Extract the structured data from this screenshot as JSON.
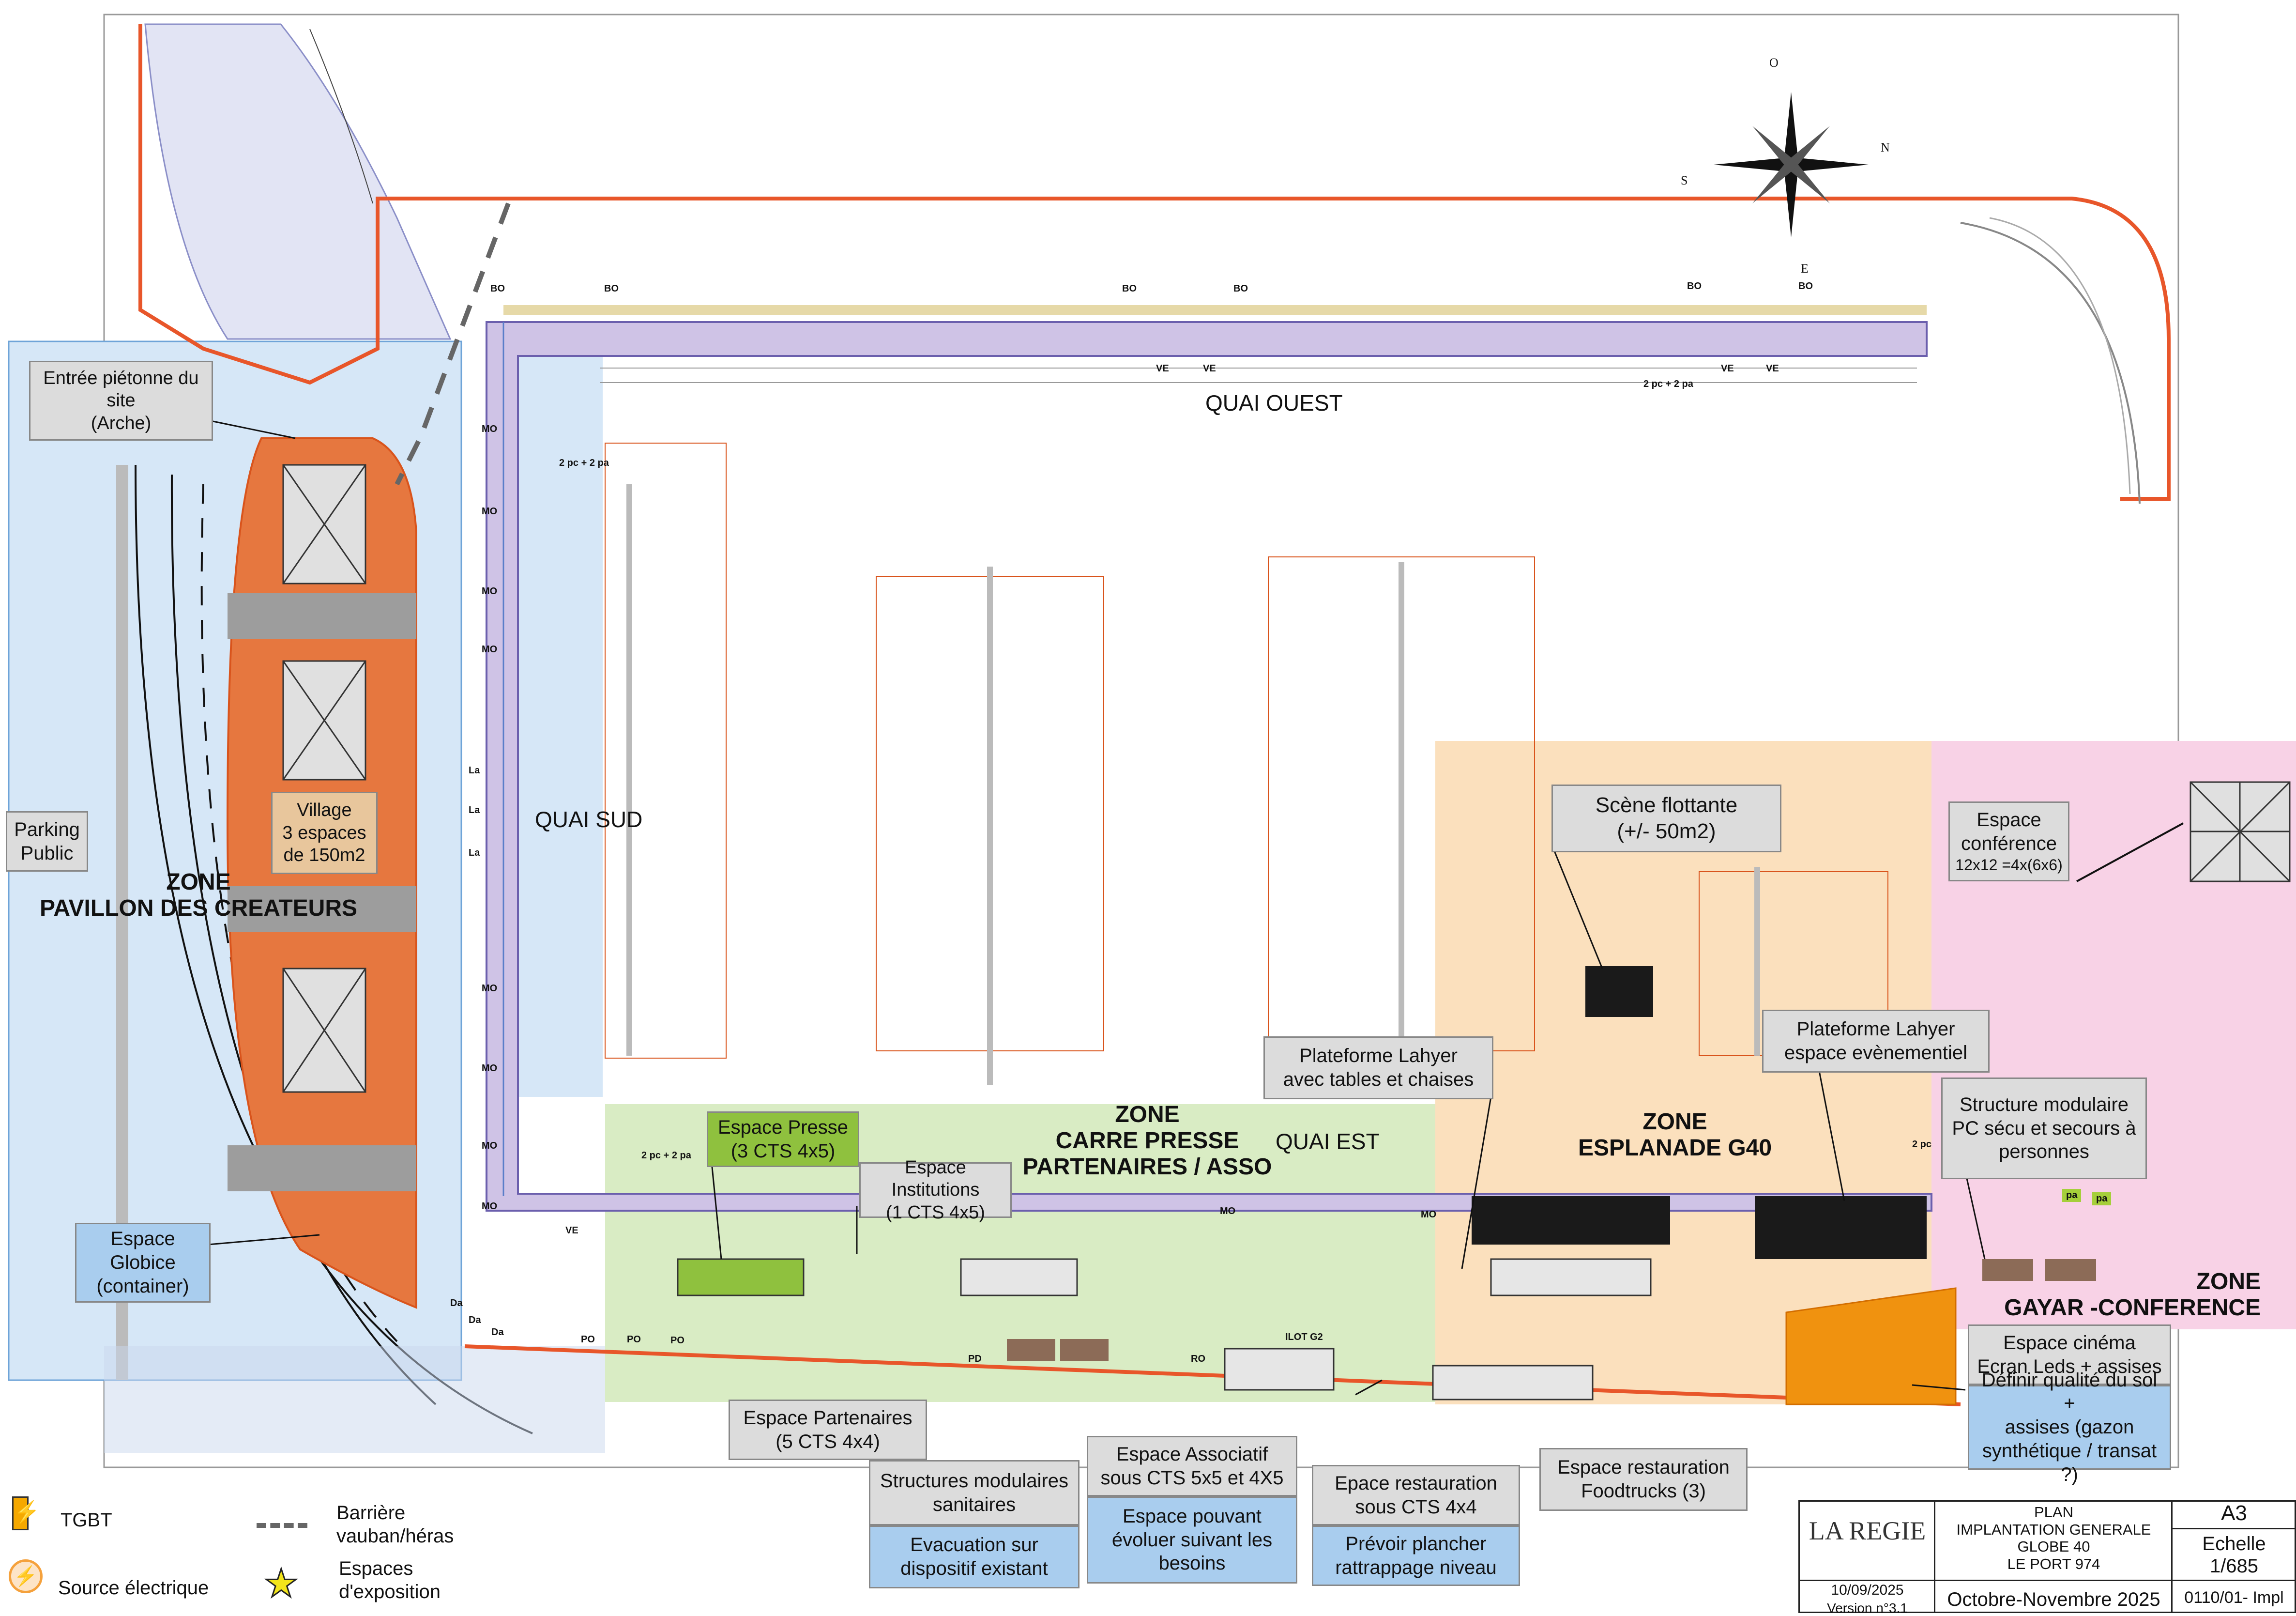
{
  "zones": {
    "pavillon": "ZONE\nPAVILLON DES CREATEURS",
    "carre_presse": "ZONE\nCARRE PRESSE\nPARTENAIRES / ASSO",
    "esplanade": "ZONE\nESPLANADE G40",
    "gayar": "ZONE\nGAYAR -CONFERENCE"
  },
  "quais": {
    "ouest": "QUAI OUEST",
    "sud": "QUAI SUD",
    "est": "QUAI EST"
  },
  "labels": {
    "entree": "Entrée piétonne du site\n(Arche)",
    "parking": "Parking\nPublic",
    "village": "Village\n3 espaces\nde 150m2",
    "globice": "Espace\nGlobice\n(container)",
    "presse": "Espace Presse\n(3 CTS 4x5)",
    "institutions": "Espace Institutions\n(1 CTS 4x5)",
    "partenaires": "Espace Partenaires\n(5 CTS 4x4)",
    "sanitaires_title": "Structures modulaires\nsanitaires",
    "sanitaires_note": "Evacuation sur\ndispositif existant",
    "associatif_title": "Espace Associatif\nsous CTS 5x5 et 4X5",
    "associatif_note": "Espace pouvant\névoluer suivant les\nbesoins",
    "restauration_title": "Epace restauration\nsous CTS 4x4",
    "restauration_note": "Prévoir plancher\nrattrappage niveau",
    "foodtrucks": "Espace restauration\nFoodtrucks (3)",
    "scene": "Scène flottante\n(+/- 50m2)",
    "lahyer_tables": "Plateforme Lahyer\navec tables et chaises",
    "lahyer_event": "Plateforme Lahyer\nespace evènementiel",
    "structure_modulaire": "Structure modulaire\nPC sécu et secours à\npersonnes",
    "conference_title": "Espace\nconférence",
    "conference_size": "12x12 =4x(6x6)",
    "cinema_title": "Espace cinéma\nEcran Leds + assises",
    "cinema_note": "Définir qualité du sol +\nassises (gazon\nsynthétique / transat ?)",
    "ilot": "ILOT G2",
    "pc_pa_1": "2 pc + 2 pa",
    "pc_pa_2": "2 pc + 2 pa",
    "pc_pa_3": "2 pc + 2 pa",
    "pc_4": "2 pc",
    "pa_1": "pa",
    "pa_2": "pa"
  },
  "markers": {
    "bo": "BO",
    "ve": "VE",
    "mo": "MO",
    "la": "La",
    "da": "Da",
    "po": "PO",
    "pd": "PD",
    "ro": "RO"
  },
  "legend": {
    "tgbt": "TGBT",
    "source": "Source électrique",
    "barriere": "Barrière\nvauban/héras",
    "exposition": "Espaces\nd'exposition"
  },
  "title_block": {
    "logo": "LA REGIE",
    "plan": "PLAN\nIMPLANTATION GENERALE\nGLOBE 40\nLE PORT 974",
    "format": "A3",
    "echelle": "Echelle\n1/685",
    "date": "10/09/2025",
    "version": "Version n°3.1",
    "period": "Octobre-Novembre 2025",
    "ref": "0110/01- Impl"
  },
  "compass": {
    "n": "N",
    "s": "S",
    "e": "E",
    "o": "O"
  },
  "colors": {
    "boundary": "#e8562a",
    "blue_zone": "#d6e7f7",
    "green_zone": "#d9ecc4",
    "orange_zone": "#fbe0bd",
    "pink_zone": "#f8d2e6",
    "pavilion": "#e6773f",
    "orange_block": "#f0920f",
    "quay": "#cfc3e6"
  }
}
